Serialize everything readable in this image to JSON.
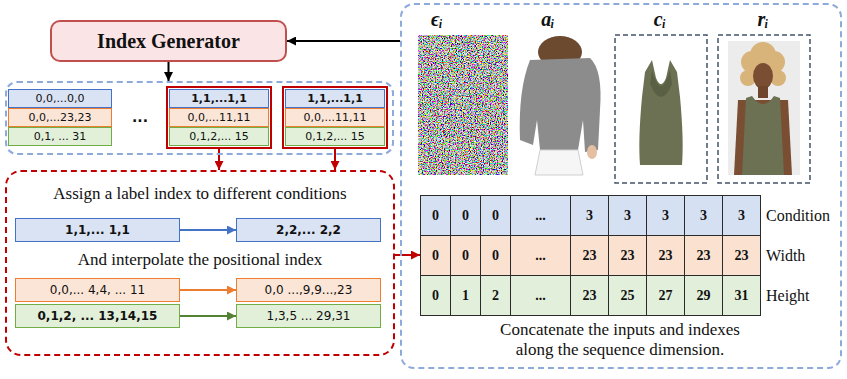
{
  "diagram": {
    "nodes": [
      {
        "text": [
          "Index Generator"
        ]
      },
      {
        "text": []
      },
      {
        "text": [
          "0,0,...0,0"
        ],
        "in": 1
      },
      {
        "text": [
          "0,0,...23,23"
        ],
        "in": 1
      },
      {
        "text": [
          "0,1, ... 31"
        ],
        "in": 1
      },
      {
        "text": [],
        "in": 1
      },
      {
        "text": [
          "1,1,...1,1"
        ],
        "in": 5
      },
      {
        "text": [
          "0,0,...11,11"
        ],
        "in": 5
      },
      {
        "text": [
          "0,1,2,... 15"
        ],
        "in": 5
      },
      {
        "text": [],
        "in": 1
      },
      {
        "text": [
          "1,1,...1,1"
        ],
        "in": 9
      },
      {
        "text": [
          "0,0,...11,11"
        ],
        "in": 9
      },
      {
        "text": [
          "0,1,2,... 15"
        ],
        "in": 9
      },
      {
        "text": [
          "Assign a label index to different conditions",
          "And interpolate the positional index"
        ]
      },
      {
        "text": [
          "1,1,... 1,1"
        ],
        "in": 13
      },
      {
        "text": [
          "2,2,... 2,2"
        ],
        "in": 13
      },
      {
        "text": [
          "0,0,... 4,4, ... 11"
        ],
        "in": 13
      },
      {
        "text": [
          "0,0 ...,9,9...,23"
        ],
        "in": 13
      },
      {
        "text": [
          "0,1,2, ... 13,14,15"
        ],
        "in": 13
      },
      {
        "text": [
          "1,3,5 ... 29,31"
        ],
        "in": 13
      },
      {
        "text": [
          "Concatenate the inputs and indexes along the sequence dimension."
        ]
      },
      {
        "text": [],
        "in": 20
      }
    ],
    "edges": [
      {
        "from": 20,
        "to": 0,
        "arrow": "to"
      },
      {
        "from": 0,
        "to": 1,
        "arrow": "to"
      },
      {
        "from": 5,
        "to": 13,
        "arrow": "to"
      },
      {
        "from": 9,
        "to": 13,
        "arrow": "to"
      },
      {
        "from": 14,
        "to": 15,
        "arrow": "to"
      },
      {
        "from": 16,
        "to": 17,
        "arrow": "to"
      },
      {
        "from": 18,
        "to": 19,
        "arrow": "to"
      },
      {
        "from": 13,
        "to": 21,
        "arrow": "to"
      }
    ],
    "labels": [
      "...",
      "ϵᵢ",
      "aᵢ",
      "cᵢ",
      "rᵢ",
      "0",
      "0",
      "0",
      "...",
      "3",
      "3",
      "3",
      "3",
      "3",
      "Condition",
      "0",
      "0",
      "0",
      "...",
      "23",
      "23",
      "23",
      "23",
      "23",
      "Width",
      "0",
      "1",
      "2",
      "...",
      "23",
      "25",
      "27",
      "29",
      "31",
      "Height"
    ]
  }
}
